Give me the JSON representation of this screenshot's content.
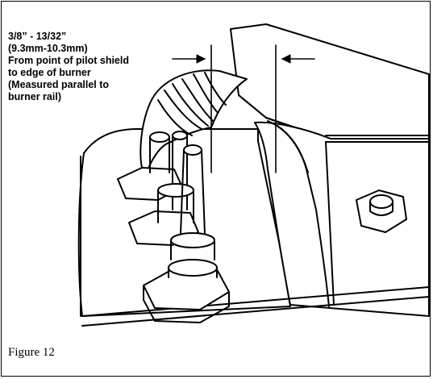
{
  "callout": {
    "line1": "3/8” - 13/32”",
    "line2": "(9.3mm-10.3mm)",
    "line3": "From point of pilot shield",
    "line4": "to edge of burner",
    "line5": "(Measured parallel to",
    "line6": "burner rail)"
  },
  "caption": "Figure 12",
  "colors": {
    "line": "#000000",
    "background": "#ffffff"
  }
}
